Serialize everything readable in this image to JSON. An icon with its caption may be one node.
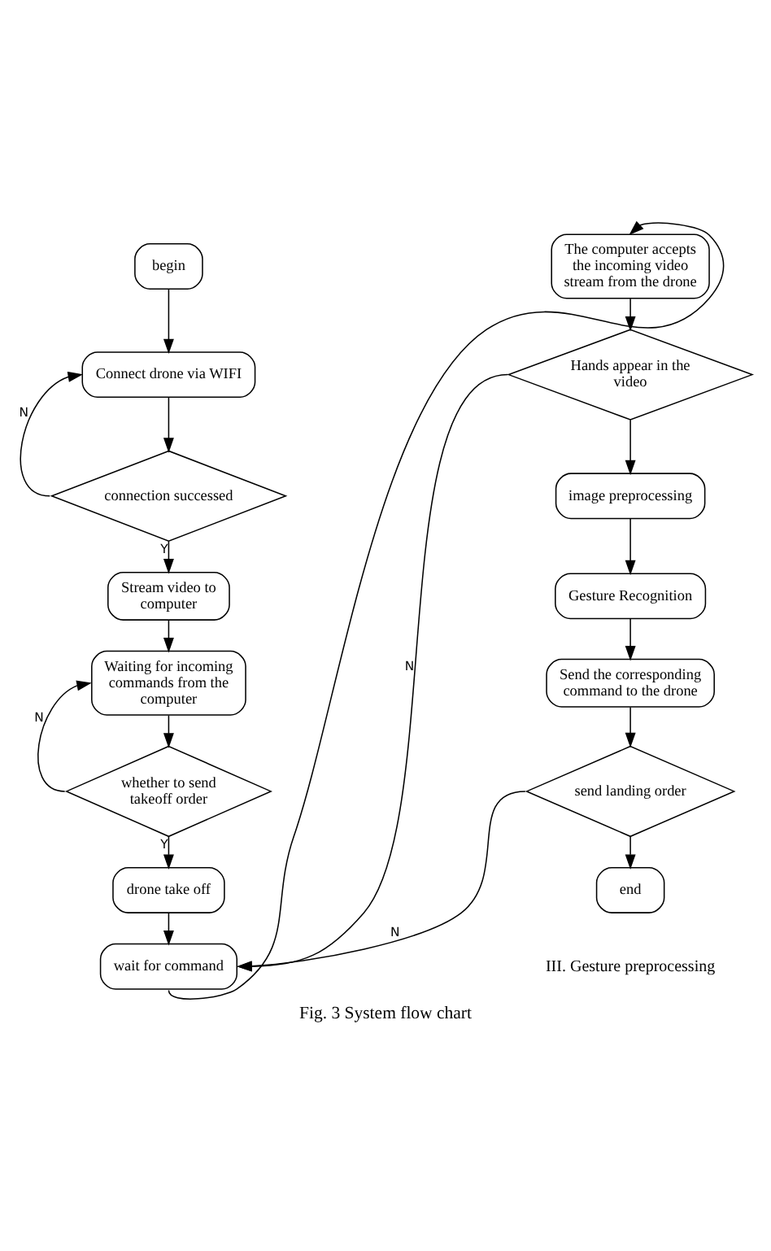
{
  "diagram": {
    "caption": "Fig. 3 System flow chart",
    "nodes": [
      {
        "text": [
          "begin"
        ]
      },
      {
        "text": [
          "Connect drone via WIFI"
        ]
      },
      {
        "text": [
          "connection successed"
        ]
      },
      {
        "text": [
          "Stream video to computer"
        ]
      },
      {
        "text": [
          "Waiting for incoming commands from the computer"
        ]
      },
      {
        "text": [
          "whether to send takeoff order"
        ]
      },
      {
        "text": [
          "drone take off"
        ]
      },
      {
        "text": [
          "wait for command"
        ]
      },
      {
        "text": [
          "The computer accepts the incoming video stream from the drone"
        ]
      },
      {
        "text": [
          "Hands appear in the video"
        ]
      },
      {
        "text": [
          "image preprocessing"
        ]
      },
      {
        "text": [
          "Gesture Recognition"
        ]
      },
      {
        "text": [
          "Send the corresponding command to the drone"
        ]
      },
      {
        "text": [
          "send landing order"
        ]
      },
      {
        "text": [
          "end"
        ]
      }
    ],
    "edges": [
      {
        "from": 0,
        "to": 1,
        "arrow": "to"
      },
      {
        "from": 1,
        "to": 2,
        "arrow": "to"
      },
      {
        "from": 2,
        "to": 1,
        "arrow": "to",
        "label": "N"
      },
      {
        "from": 2,
        "to": 3,
        "arrow": "to",
        "label": "Y"
      },
      {
        "from": 3,
        "to": 4,
        "arrow": "to"
      },
      {
        "from": 4,
        "to": 5,
        "arrow": "to"
      },
      {
        "from": 5,
        "to": 4,
        "arrow": "to",
        "label": "N"
      },
      {
        "from": 5,
        "to": 6,
        "arrow": "to",
        "label": "Y"
      },
      {
        "from": 6,
        "to": 7,
        "arrow": "to"
      },
      {
        "from": 7,
        "to": 8,
        "arrow": "to"
      },
      {
        "from": 8,
        "to": 9,
        "arrow": "to"
      },
      {
        "from": 9,
        "to": 7,
        "arrow": "to",
        "label": "N"
      },
      {
        "from": 9,
        "to": 10,
        "arrow": "to"
      },
      {
        "from": 10,
        "to": 11,
        "arrow": "to"
      },
      {
        "from": 11,
        "to": 12,
        "arrow": "to"
      },
      {
        "from": 12,
        "to": 13,
        "arrow": "to"
      },
      {
        "from": 13,
        "to": 7,
        "arrow": "to",
        "label": "N"
      },
      {
        "from": 13,
        "to": 14,
        "arrow": "to"
      }
    ],
    "labels": [
      "III. Gesture preprocessing"
    ]
  }
}
